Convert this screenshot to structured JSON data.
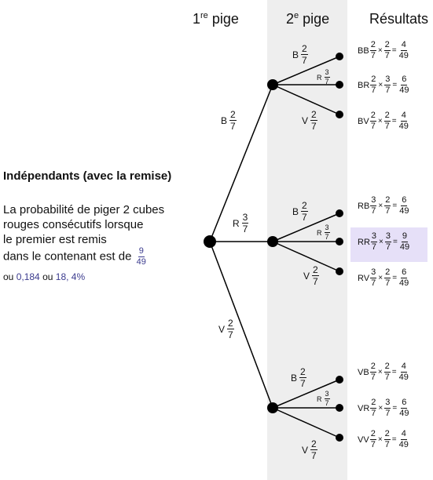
{
  "headers": {
    "first": {
      "num": "1",
      "sup": "re",
      "word": "pige"
    },
    "second": {
      "num": "2",
      "sup": "e",
      "word": "pige"
    },
    "results": "Résultats"
  },
  "side": {
    "title": "Indépendants (avec la remise)",
    "line1": "La probabilité de piger 2 cubes",
    "line2": "rouges consécutifs lorsque",
    "line3": "le premier est remis",
    "line4": "dans le contenant est de",
    "frac": {
      "n": "9",
      "d": "49"
    },
    "alt_ou1": "ou",
    "alt_v1": "0,184",
    "alt_ou2": "ou",
    "alt_v2": "18, 4%"
  },
  "first_branches": [
    {
      "letter": "B",
      "n": "2",
      "d": "7"
    },
    {
      "letter": "R",
      "n": "3",
      "d": "7"
    },
    {
      "letter": "V",
      "n": "2",
      "d": "7"
    }
  ],
  "second_branches": [
    [
      {
        "letter": "B",
        "n": "2",
        "d": "7"
      },
      {
        "letter": "R",
        "n": "3",
        "d": "7"
      },
      {
        "letter": "V",
        "n": "2",
        "d": "7"
      }
    ],
    [
      {
        "letter": "B",
        "n": "2",
        "d": "7"
      },
      {
        "letter": "R",
        "n": "3",
        "d": "7"
      },
      {
        "letter": "V",
        "n": "2",
        "d": "7"
      }
    ],
    [
      {
        "letter": "B",
        "n": "2",
        "d": "7"
      },
      {
        "letter": "R",
        "n": "3",
        "d": "7"
      },
      {
        "letter": "V",
        "n": "2",
        "d": "7"
      }
    ]
  ],
  "results": [
    {
      "label": "BB",
      "a": {
        "n": "2",
        "d": "7"
      },
      "b": {
        "n": "2",
        "d": "7"
      },
      "r": {
        "n": "4",
        "d": "49"
      }
    },
    {
      "label": "BR",
      "a": {
        "n": "2",
        "d": "7"
      },
      "b": {
        "n": "3",
        "d": "7"
      },
      "r": {
        "n": "6",
        "d": "49"
      }
    },
    {
      "label": "BV",
      "a": {
        "n": "2",
        "d": "7"
      },
      "b": {
        "n": "2",
        "d": "7"
      },
      "r": {
        "n": "4",
        "d": "49"
      }
    },
    {
      "label": "RB",
      "a": {
        "n": "3",
        "d": "7"
      },
      "b": {
        "n": "2",
        "d": "7"
      },
      "r": {
        "n": "6",
        "d": "49"
      }
    },
    {
      "label": "RR",
      "a": {
        "n": "3",
        "d": "7"
      },
      "b": {
        "n": "3",
        "d": "7"
      },
      "r": {
        "n": "9",
        "d": "49"
      }
    },
    {
      "label": "RV",
      "a": {
        "n": "3",
        "d": "7"
      },
      "b": {
        "n": "2",
        "d": "7"
      },
      "r": {
        "n": "6",
        "d": "49"
      }
    },
    {
      "label": "VB",
      "a": {
        "n": "2",
        "d": "7"
      },
      "b": {
        "n": "2",
        "d": "7"
      },
      "r": {
        "n": "4",
        "d": "49"
      }
    },
    {
      "label": "VR",
      "a": {
        "n": "2",
        "d": "7"
      },
      "b": {
        "n": "3",
        "d": "7"
      },
      "r": {
        "n": "6",
        "d": "49"
      }
    },
    {
      "label": "VV",
      "a": {
        "n": "2",
        "d": "7"
      },
      "b": {
        "n": "2",
        "d": "7"
      },
      "r": {
        "n": "4",
        "d": "49"
      }
    }
  ],
  "ops": {
    "times": "×",
    "equals": "="
  },
  "colors": {
    "band": "#eeeeee",
    "highlight": "#e6e0f8",
    "accent": "#3b3b8e"
  }
}
